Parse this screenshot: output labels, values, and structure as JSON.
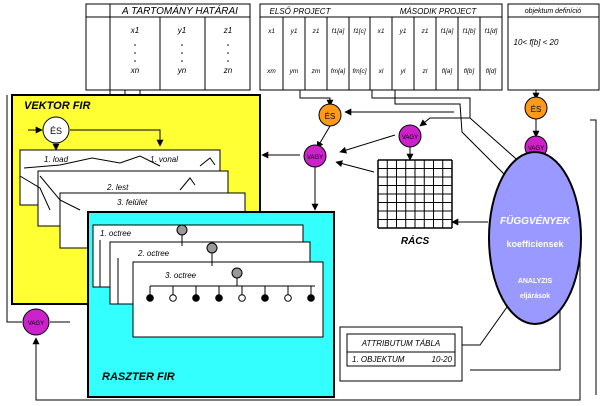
{
  "tables": {
    "tartomany": {
      "title": "A TARTOMÁNY HATÁRAI",
      "rows": [
        [
          "x1",
          "y1",
          "z1"
        ],
        [
          "xn",
          "yn",
          "zn"
        ]
      ]
    },
    "projects": {
      "first_title": "ELSŐ PROJECT",
      "second_title": "MÁSODIK PROJECT",
      "first_rows": [
        [
          "x1",
          "y1",
          "z1",
          "f1[a]",
          "f1[c]"
        ],
        [
          "xm",
          "ym",
          "zm",
          "fm[a]",
          "fm[c]"
        ]
      ],
      "second_rows": [
        [
          "x1",
          "y1",
          "z1",
          "f1[a]",
          "f1[b]",
          "f1[d]"
        ],
        [
          "xl",
          "yl",
          "zl",
          "fl[a]",
          "fl[b]",
          "fl[d]"
        ]
      ]
    },
    "objektum": {
      "title": "objektum definíció",
      "formula": "10< f[b] < 20"
    }
  },
  "vektor": {
    "title": "VEKTOR FIR",
    "es": "ÉS",
    "layers": [
      "1. load",
      "1. vonal",
      "2. lest",
      "3. felület"
    ]
  },
  "raszter": {
    "title": "RASZTER FIR",
    "layers": [
      "1. octree",
      "2. octree",
      "3. octree"
    ]
  },
  "nodes": {
    "es_top": "ÉS",
    "vagy_mid": "VAGY",
    "vagy_racs": "VAGY",
    "es_right": "ÉS",
    "vagy_right": "VAGY",
    "vagy_left": "VAGY"
  },
  "racs": "RÁCS",
  "fuggvenyek": {
    "title": "FÜGGVÉNYEK",
    "line2": "koefficiensek",
    "line3": "ANALYZIS",
    "line4": "eljárások"
  },
  "attributum": {
    "title": "ATTRIBUTUM TÁBLA",
    "row_label": "1. OBJEKTUM",
    "row_value": "10-20"
  },
  "colors": {
    "yellow": "#ffff33",
    "cyan": "#33ffff",
    "orange": "#ff9a19",
    "magenta": "#cc22cc",
    "lavender": "#9999ff",
    "gray": "#999999"
  }
}
